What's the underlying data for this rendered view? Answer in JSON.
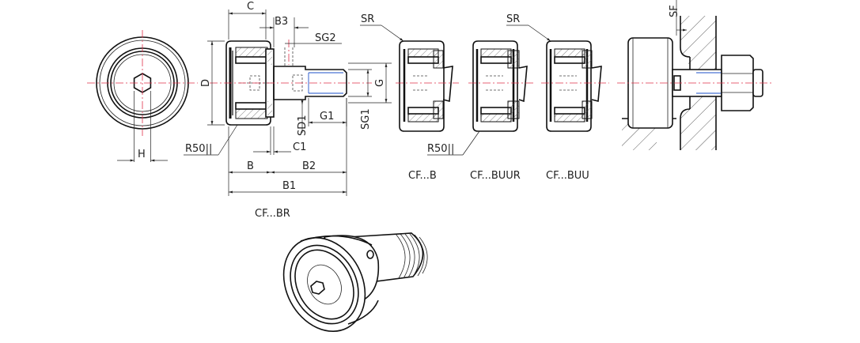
{
  "labels": {
    "C": "C",
    "B3": "B3",
    "SG2": "SG2",
    "D": "D",
    "G": "G",
    "SD1": "SD1",
    "G1": "G1",
    "SG1": "SG1",
    "C1": "C1",
    "R5011": "R50||",
    "R5011b": "R50||",
    "B": "B",
    "B2": "B2",
    "B1": "B1",
    "H": "H",
    "SR1": "SR",
    "SR2": "SR",
    "SF": "SF"
  },
  "captions": {
    "cf_br": "CF...BR",
    "cf_b": "CF...B",
    "cf_buur": "CF...BUUR",
    "cf_buu": "CF...BUU"
  },
  "colors": {
    "centerline": "#e0304a",
    "thread": "#1e50c8",
    "line": "#111111"
  }
}
